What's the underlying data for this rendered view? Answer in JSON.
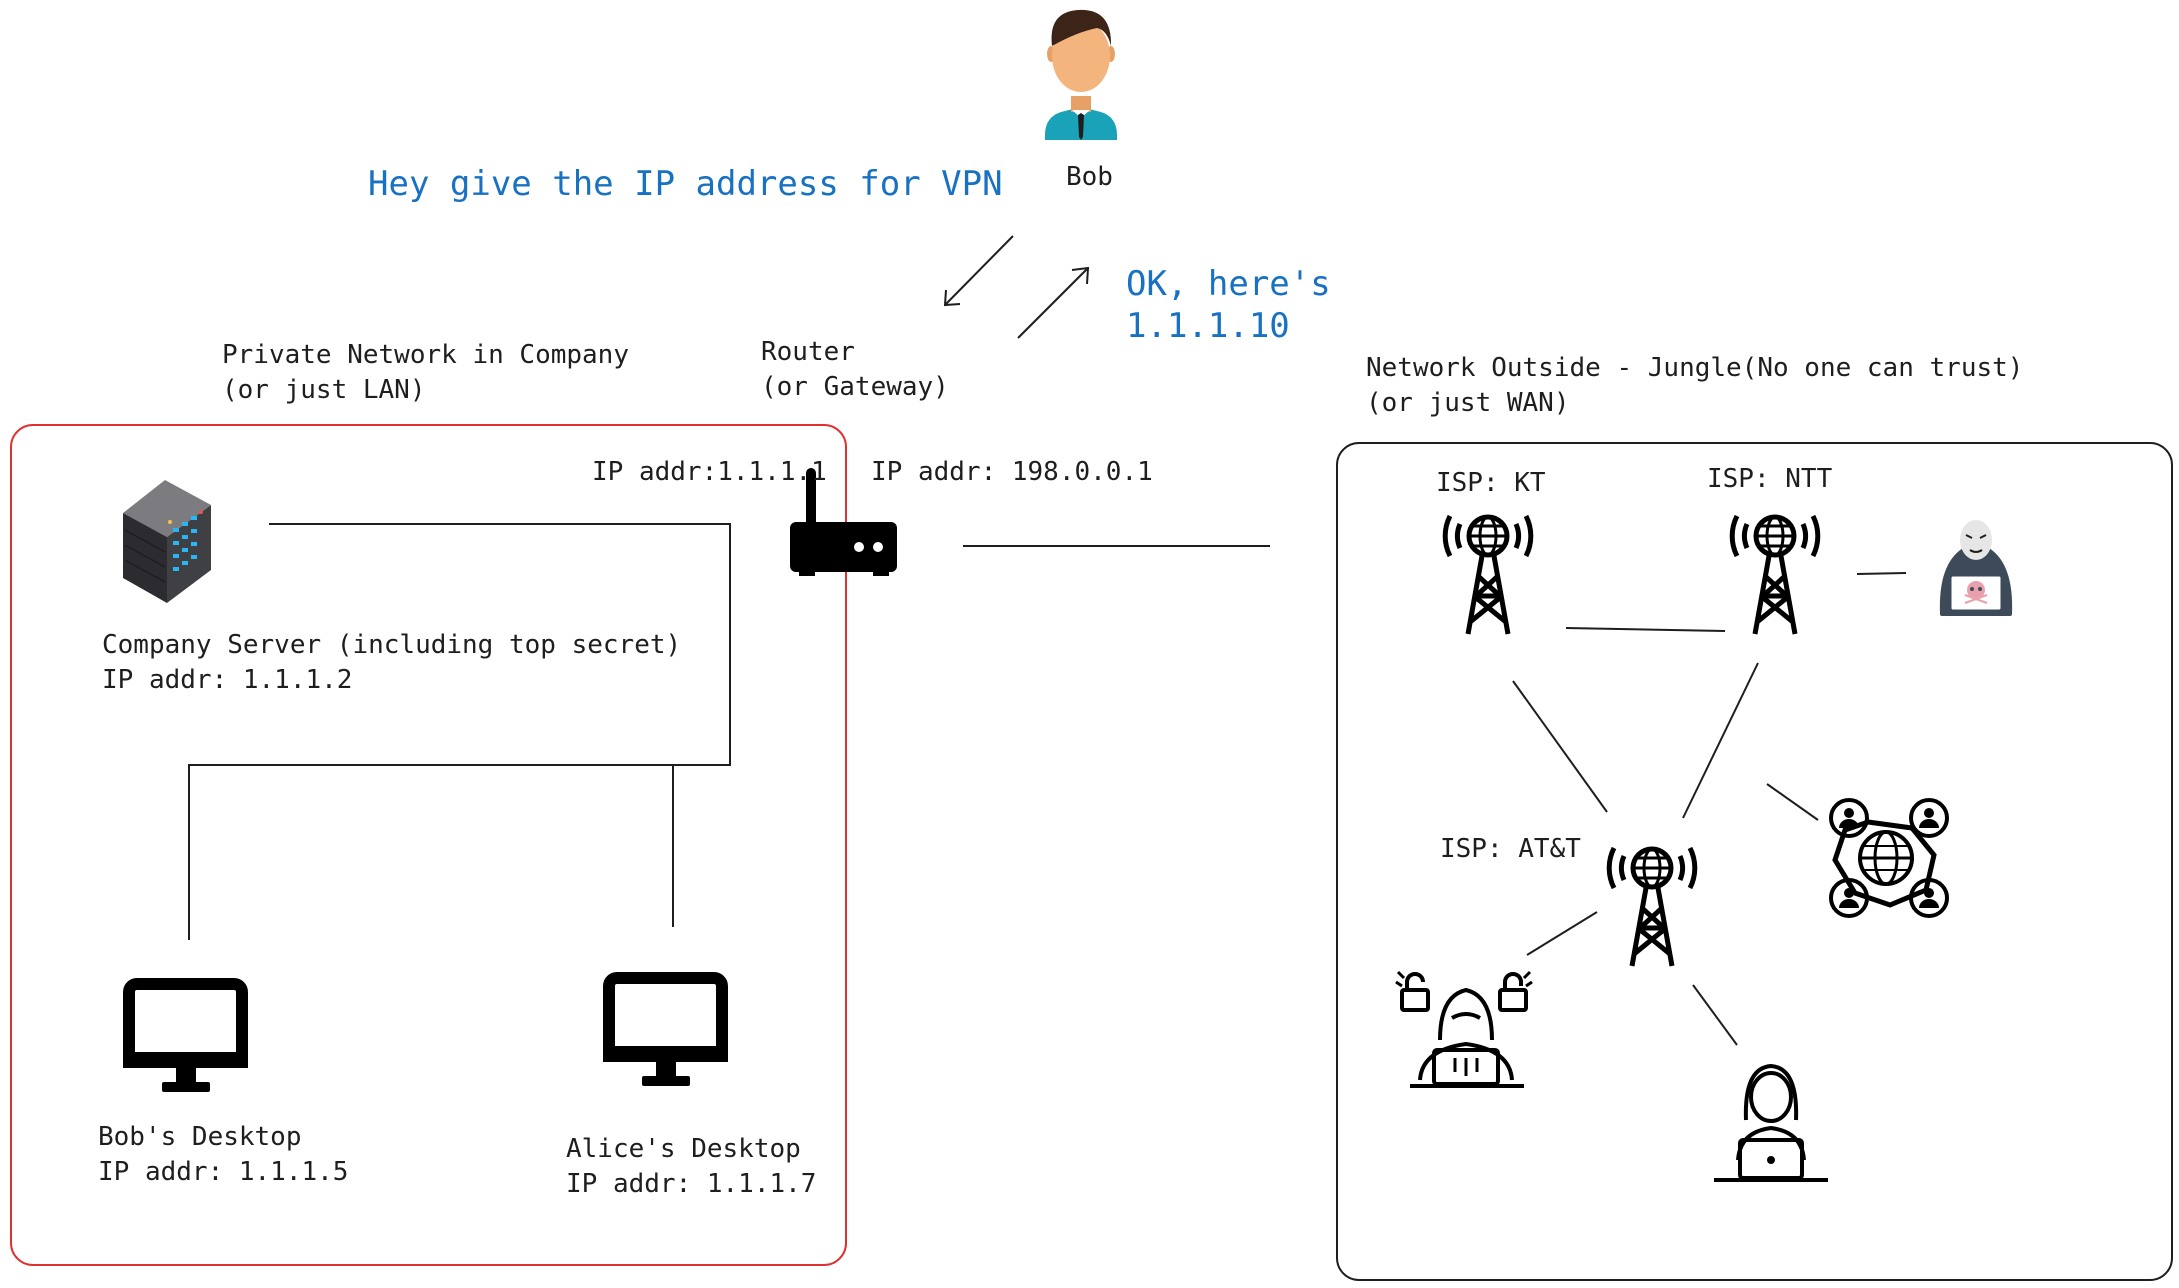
{
  "bob": {
    "label": "Bob"
  },
  "messages": {
    "request": "Hey give the IP address for VPN",
    "reply_line1": "OK, here's",
    "reply_line2": "1.1.1.10"
  },
  "lan": {
    "title_line1": "Private Network in Company",
    "title_line2": "(or just LAN)",
    "server_name": "Company Server (including top secret)",
    "server_ip": "IP addr: 1.1.1.2",
    "bob_desktop_name": "Bob's Desktop",
    "bob_desktop_ip": "IP addr: 1.1.1.5",
    "alice_desktop_name": "Alice's Desktop",
    "alice_desktop_ip": "IP addr: 1.1.1.7",
    "border_color": "#e03131"
  },
  "router": {
    "title_line1": "Router",
    "title_line2": "(or Gateway)",
    "internal_ip": "IP addr:1.1.1.1",
    "external_ip": "IP addr: 198.0.0.1"
  },
  "wan": {
    "title_line1": "Network Outside - Jungle(No one can trust)",
    "title_line2": "(or just WAN)",
    "isp_kt": "ISP: KT",
    "isp_ntt": "ISP: NTT",
    "isp_att": "ISP: AT&T"
  },
  "colors": {
    "accent": "#1971c2",
    "stroke": "#1e1e1e",
    "lan_border": "#e03131",
    "hacker_accent": "#e8a0ac"
  }
}
